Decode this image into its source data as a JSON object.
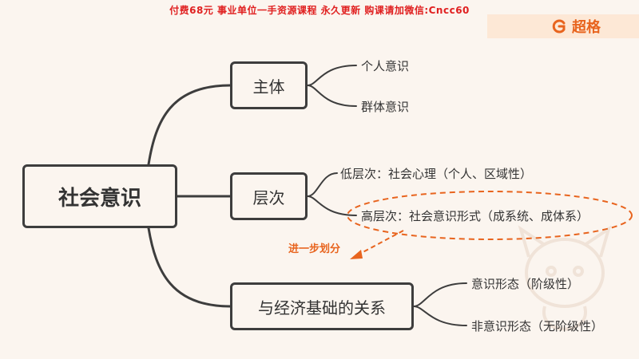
{
  "banner": {
    "text": "付费68元 事业单位一手资源课程 永久更新 购课请加微信:Cncc60"
  },
  "logo": {
    "text": "超格",
    "icon": "g-logo-icon",
    "color": "#e8641e"
  },
  "mindmap": {
    "root": "社会意识",
    "branches": [
      {
        "label": "主体",
        "children": [
          "个人意识",
          "群体意识"
        ]
      },
      {
        "label": "层次",
        "children": [
          "低层次：社会心理（个人、区域性）",
          "高层次：社会意识形式（成系统、成体系）"
        ]
      },
      {
        "label": "与经济基础的关系",
        "children": [
          "意识形态（阶级性）",
          "非意识形态（无阶级性）"
        ]
      }
    ]
  },
  "annotation": {
    "text": "进一步划分",
    "color": "#e8641e"
  }
}
